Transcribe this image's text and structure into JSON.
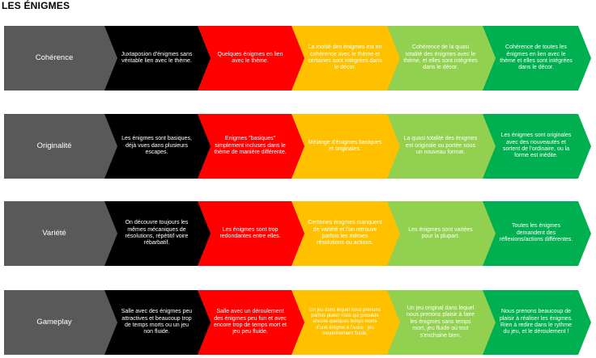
{
  "page": {
    "title": "LES ÉNIGMES"
  },
  "colors": {
    "criterion": "#595959",
    "level1": "#000000",
    "level2": "#ff0000",
    "level3": "#ffc000",
    "level4": "#92d050",
    "level5": "#00b050"
  },
  "rows": [
    {
      "criterion": "Cohérence",
      "levels": [
        "Juxtaposion d'énigmes sans véritable lien avec le thème.",
        "Quelques énigmes en lien avec le thème.",
        "La moitié des énigmes est en cohérence avec le thème et certaines sont intégrées dans le décor.",
        "Cohérence de la quasi totalité des énigmes avec le thème, et elles sont intégrées dans le décor.",
        "Cohérence de toutes les énigmes en lien avec le thème et elles sont intégrées dans le décor."
      ]
    },
    {
      "criterion": "Originalité",
      "levels": [
        "Les énigmes sont basiques, déjà vues dans plusieurs escapes.",
        "Enigmes \"basiques\" simplement incluses dans le thème de manière différente.",
        "Mélange d'énigmes basiques et originales.",
        "La quasi totalité des énigmes est originale ou portée sous un nouveau format.",
        "Les énigmes sont originales avec des nouveautés et sortent de l'ordinaire, ou la forme est inédite."
      ]
    },
    {
      "criterion": "Variété",
      "levels": [
        "On découvre toujours les mêmes mécaniques de résolutions, répétitif voire rébarbatif.",
        "Les énigmes sont trop redondantes entre elles.",
        "Certaines énigmes manquent de variété et l'on retrouve parfois les mêmes résolutions ou actions.",
        "Les énigmes sont variées pour la plupart.",
        "Toutes les énigmes demandent des réflexions/actions différentes."
      ]
    },
    {
      "criterion": "Gameplay",
      "levels": [
        "Salle avec des énigmes peu attractives et beaucoup trop de temps morts ou un jeu non fluide.",
        "Salle avec un déroulement des énigmes peu fun et avec encore trop de temps mort et jeu peu fluide.",
        "Un jeu dans lequel nous prenons parfois plaisir mais qui possède encore quelques temps morts d'une énigme à l'autre : jeu moyennement fluide.",
        "Un jeu original dans lequel nous prenons plaisir à faire les énigmes sans temps mort, jeu fluide où tout s'enchaine bien.",
        "Nous prenons beaucoup de plaisir à réaliser les énigmes. Rien à redire dans le rythme du jeu, et le déroulement !"
      ]
    }
  ]
}
